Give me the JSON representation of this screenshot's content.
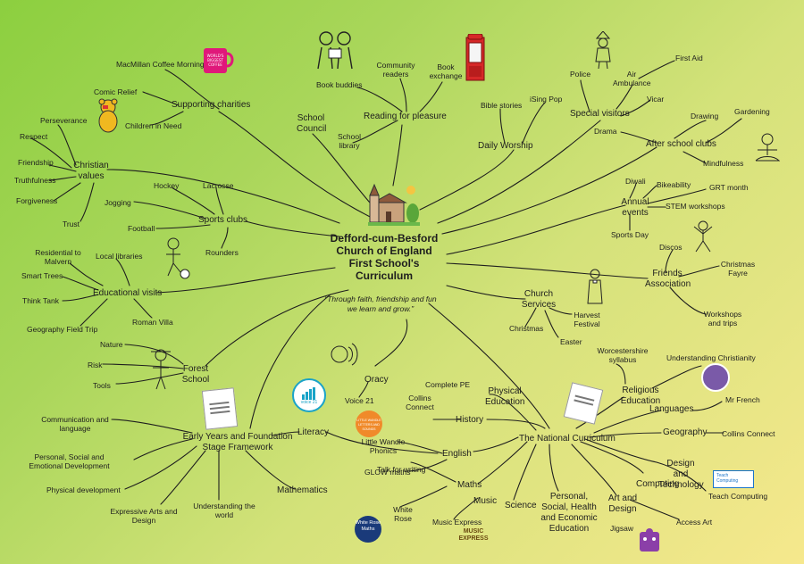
{
  "center": {
    "title": "Defford-cum-Besford Church of England First School's Curriculum",
    "quote": "“Through faith, friendship and fun we learn and grow.”"
  },
  "branches": {
    "supporting_charities": "Supporting charities",
    "macmillan": "MacMillan Coffee Morning",
    "comic_relief": "Comic Relief",
    "children_in_need": "Children in Need",
    "school_council": "School Council",
    "reading": "Reading for pleasure",
    "book_buddies": "Book buddies",
    "community_readers": "Community readers",
    "book_exchange": "Book exchange",
    "school_library": "School library",
    "daily_worship": "Daily Worship",
    "bible_stories": "Bible stories",
    "ising_pop": "iSing Pop",
    "special_visitors": "Special visitors",
    "police": "Police",
    "air_ambulance": "Air Ambulance",
    "first_aid": "First Aid",
    "vicar": "Vicar",
    "after_school": "After school clubs",
    "drama": "Drama",
    "drawing": "Drawing",
    "gardening": "Gardening",
    "mindfulness": "Mindfulness",
    "christian_values": "Christian values",
    "perseverance": "Perseverance",
    "respect": "Respect",
    "friendship": "Friendship",
    "truthfulness": "Truthfulness",
    "forgiveness": "Forgiveness",
    "trust": "Trust",
    "sports_clubs": "Sports clubs",
    "hockey": "Hockey",
    "lacrosse": "Lacrosse",
    "jogging": "Jogging",
    "football": "Football",
    "rounders": "Rounders",
    "annual_events": "Annual events",
    "diwali": "Diwali",
    "bikeability": "Bikeability",
    "grt_month": "GRT month",
    "stem": "STEM workshops",
    "sports_day": "Sports Day",
    "educational_visits": "Educational visits",
    "residential": "Residential to Malvern",
    "local_libraries": "Local libraries",
    "smart_trees": "Smart Trees",
    "think_tank": "Think Tank",
    "roman_villa": "Roman Villa",
    "geography_field": "Geography Field Trip",
    "friends": "Friends Association",
    "discos": "Discos",
    "christmas_fayre": "Christmas Fayre",
    "workshops": "Workshops and trips",
    "church_services": "Church Services",
    "christmas": "Christmas",
    "harvest": "Harvest Festival",
    "easter": "Easter",
    "forest_school": "Forest School",
    "nature": "Nature",
    "risk": "Risk",
    "tools": "Tools",
    "oracy": "Oracy",
    "voice21": "Voice 21",
    "eyfs": "Early Years and Foundation Stage Framework",
    "communication": "Communication and language",
    "psed": "Personal, Social and Emotional Development",
    "physical": "Physical development",
    "expressive": "Expressive Arts and Design",
    "understanding_world": "Understanding the world",
    "literacy": "Literacy",
    "mathematics": "Mathematics",
    "national_curriculum": "The National Curriculum",
    "worcestershire": "Worcestershire syllabus",
    "understanding_christianity": "Understanding Christianity",
    "re": "Religious Education",
    "languages": "Languages",
    "mr_french": "Mr French",
    "geography": "Geography",
    "collins_connect": "Collins Connect",
    "dt": "Design and Technology",
    "computing": "Computing",
    "teach_computing": "Teach Computing",
    "art": "Art and Design",
    "access_art": "Access Art",
    "pshe": "Personal, Social, Health and Economic Education",
    "jigsaw": "Jigsaw",
    "science": "Science",
    "music": "Music",
    "music_express": "Music Express",
    "maths": "Maths",
    "white_rose": "White Rose",
    "glow_maths": "GLOW maths",
    "english": "English",
    "talk_writing": "Talk for writing",
    "little_wandle": "Little Wandle Phonics",
    "history": "History",
    "collins_connect_h": "Collins Connect",
    "pe": "Physical Education",
    "complete_pe": "Complete PE"
  },
  "logos": {
    "macmillan_mug": "WORLD'S BIGGEST COFFEE MORNING",
    "voice21_logo": "voice 21",
    "white_rose_logo": "White Rose Maths",
    "music_express_logo": "MUSIC EXPRESS",
    "teach_computing_logo": "Teach Computing",
    "wandle_logo": "LITTLE WANDLE LETTERS AND SOUNDS"
  },
  "colors": {
    "line": "#1e1e1e",
    "bg_start": "#8ccf3f",
    "bg_end": "#f6e88d"
  }
}
